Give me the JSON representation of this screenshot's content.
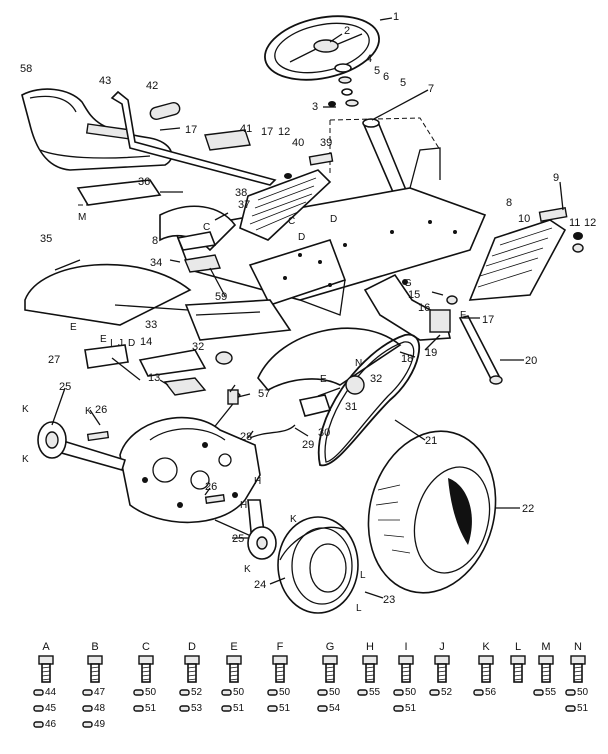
{
  "diagram": {
    "callouts": [
      {
        "id": "c1",
        "text": "1"
      },
      {
        "id": "c2",
        "text": "2"
      },
      {
        "id": "c3",
        "text": "3"
      },
      {
        "id": "c4",
        "text": "4"
      },
      {
        "id": "c5a",
        "text": "5"
      },
      {
        "id": "c5b",
        "text": "5"
      },
      {
        "id": "c6",
        "text": "6"
      },
      {
        "id": "c7",
        "text": "7"
      },
      {
        "id": "c8a",
        "text": "8"
      },
      {
        "id": "c8b",
        "text": "8"
      },
      {
        "id": "c9",
        "text": "9"
      },
      {
        "id": "c10",
        "text": "10"
      },
      {
        "id": "c11",
        "text": "11"
      },
      {
        "id": "c12a",
        "text": "12"
      },
      {
        "id": "c12b",
        "text": "12"
      },
      {
        "id": "c13",
        "text": "13"
      },
      {
        "id": "c14",
        "text": "14"
      },
      {
        "id": "c15",
        "text": "15"
      },
      {
        "id": "c16",
        "text": "16"
      },
      {
        "id": "c17a",
        "text": "17"
      },
      {
        "id": "c17b",
        "text": "17"
      },
      {
        "id": "c17c",
        "text": "17"
      },
      {
        "id": "c18",
        "text": "18"
      },
      {
        "id": "c19",
        "text": "19"
      },
      {
        "id": "c20",
        "text": "20"
      },
      {
        "id": "c21",
        "text": "21"
      },
      {
        "id": "c22",
        "text": "22"
      },
      {
        "id": "c23",
        "text": "23"
      },
      {
        "id": "c24",
        "text": "24"
      },
      {
        "id": "c25a",
        "text": "25"
      },
      {
        "id": "c25b",
        "text": "25"
      },
      {
        "id": "c26a",
        "text": "26"
      },
      {
        "id": "c26b",
        "text": "26"
      },
      {
        "id": "c27",
        "text": "27"
      },
      {
        "id": "c28",
        "text": "28"
      },
      {
        "id": "c29",
        "text": "29"
      },
      {
        "id": "c30",
        "text": "30"
      },
      {
        "id": "c31",
        "text": "31"
      },
      {
        "id": "c32a",
        "text": "32"
      },
      {
        "id": "c32b",
        "text": "32"
      },
      {
        "id": "c33",
        "text": "33"
      },
      {
        "id": "c34",
        "text": "34"
      },
      {
        "id": "c35",
        "text": "35"
      },
      {
        "id": "c36",
        "text": "36"
      },
      {
        "id": "c37",
        "text": "37"
      },
      {
        "id": "c38",
        "text": "38"
      },
      {
        "id": "c39",
        "text": "39"
      },
      {
        "id": "c40",
        "text": "40"
      },
      {
        "id": "c41",
        "text": "41"
      },
      {
        "id": "c42",
        "text": "42"
      },
      {
        "id": "c43",
        "text": "43"
      },
      {
        "id": "c57",
        "text": "57"
      },
      {
        "id": "c58",
        "text": "58"
      },
      {
        "id": "c59",
        "text": "59"
      }
    ],
    "letters": [
      {
        "id": "lM",
        "text": "M"
      },
      {
        "id": "lC1",
        "text": "C"
      },
      {
        "id": "lC2",
        "text": "C"
      },
      {
        "id": "lD1",
        "text": "D"
      },
      {
        "id": "lD2",
        "text": "D"
      },
      {
        "id": "lD3",
        "text": "D"
      },
      {
        "id": "lE1",
        "text": "E"
      },
      {
        "id": "lE2",
        "text": "E"
      },
      {
        "id": "lE3",
        "text": "E"
      },
      {
        "id": "lI",
        "text": "I"
      },
      {
        "id": "lJ",
        "text": "J"
      },
      {
        "id": "lG",
        "text": "G"
      },
      {
        "id": "lF",
        "text": "F"
      },
      {
        "id": "lN",
        "text": "N"
      },
      {
        "id": "lK1",
        "text": "K"
      },
      {
        "id": "lK2",
        "text": "K"
      },
      {
        "id": "lK3",
        "text": "K"
      },
      {
        "id": "lK4",
        "text": "K"
      },
      {
        "id": "lK5",
        "text": "K"
      },
      {
        "id": "lH1",
        "text": "H"
      },
      {
        "id": "lH2",
        "text": "H"
      },
      {
        "id": "lL1",
        "text": "L"
      },
      {
        "id": "lL2",
        "text": "L"
      }
    ]
  },
  "hardware_key": {
    "columns": [
      {
        "letter": "A",
        "items": [
          "44",
          "45",
          "46"
        ]
      },
      {
        "letter": "B",
        "items": [
          "47",
          "48",
          "49"
        ]
      },
      {
        "letter": "C",
        "items": [
          "50",
          "51"
        ]
      },
      {
        "letter": "D",
        "items": [
          "52",
          "53"
        ]
      },
      {
        "letter": "E",
        "items": [
          "50",
          "51"
        ]
      },
      {
        "letter": "F",
        "items": [
          "50",
          "51"
        ]
      },
      {
        "letter": "G",
        "items": [
          "50",
          "54"
        ]
      },
      {
        "letter": "H",
        "items": [
          "55"
        ]
      },
      {
        "letter": "I",
        "items": [
          "50",
          "51"
        ]
      },
      {
        "letter": "J",
        "items": [
          "52"
        ]
      },
      {
        "letter": "K",
        "items": [
          "56"
        ]
      },
      {
        "letter": "L",
        "items": []
      },
      {
        "letter": "M",
        "items": [
          "55"
        ]
      },
      {
        "letter": "N",
        "items": [
          "50",
          "51"
        ]
      }
    ]
  }
}
